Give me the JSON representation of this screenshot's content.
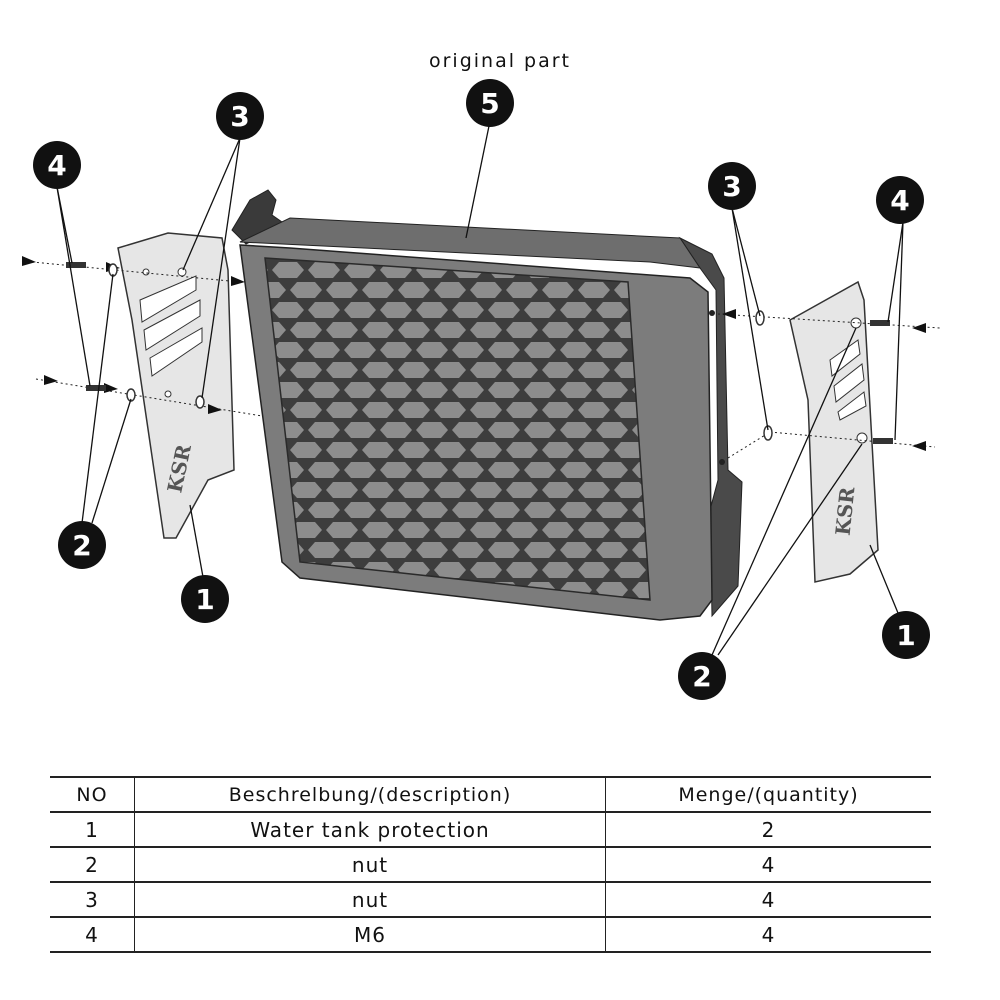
{
  "diagram": {
    "top_label": "original part",
    "radiator_logo_left": "KSR",
    "radiator_logo_right": "KSR",
    "callouts": [
      {
        "id": "callout-5",
        "num": "5"
      },
      {
        "id": "callout-3-left",
        "num": "3"
      },
      {
        "id": "callout-4-left",
        "num": "4"
      },
      {
        "id": "callout-2-left",
        "num": "2"
      },
      {
        "id": "callout-1-left",
        "num": "1"
      },
      {
        "id": "callout-3-right",
        "num": "3"
      },
      {
        "id": "callout-4-right",
        "num": "4"
      },
      {
        "id": "callout-2-right",
        "num": "2"
      },
      {
        "id": "callout-1-right",
        "num": "1"
      }
    ]
  },
  "table": {
    "headers": [
      "NO",
      "Beschrelbung/(description)",
      "Menge/(quantity)"
    ],
    "rows": [
      {
        "no": "1",
        "description": "Water tank protection",
        "quantity": "2"
      },
      {
        "no": "2",
        "description": "nut",
        "quantity": "4"
      },
      {
        "no": "3",
        "description": "nut",
        "quantity": "4"
      },
      {
        "no": "4",
        "description": "M6",
        "quantity": "4"
      }
    ]
  }
}
